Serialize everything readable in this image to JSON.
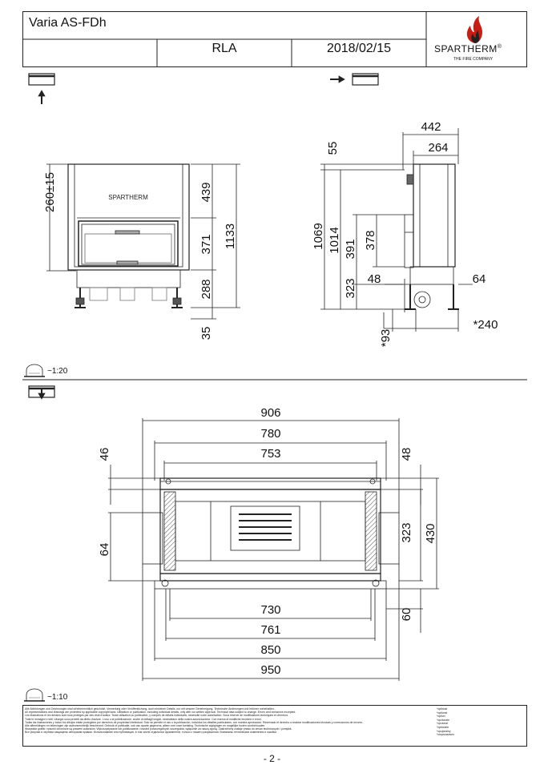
{
  "header": {
    "title": "Varia AS-FDh",
    "model": "RLA",
    "date": "2018/02/15",
    "brand": "SPARTHERM",
    "brand_reg": "®",
    "tagline": "THE FIRE COMPANY"
  },
  "front_view": {
    "plate_brand": "SPARTHERM",
    "dims": {
      "left": "260±15",
      "a": "439",
      "b": "371",
      "c": "288",
      "d": "35",
      "total": "1133"
    }
  },
  "side_view": {
    "dims": {
      "top_depth": "442",
      "top_depth2": "264",
      "top_gap": "55",
      "h1": "1069",
      "h2": "1014",
      "h3": "391",
      "h4": "378",
      "h5": "323",
      "w48": "48",
      "w64": "64",
      "bottom_star": "*240",
      "foot_star": "*93"
    }
  },
  "scales": {
    "upper": "~1:20",
    "lower": "~1:10"
  },
  "plan_view": {
    "dims": {
      "top1": "906",
      "top2": "780",
      "top3": "753",
      "left1": "46",
      "left2": "64",
      "right1": "48",
      "right2": "323",
      "right3": "430",
      "right4": "60",
      "bot1": "730",
      "bot2": "761",
      "bot3": "850",
      "bot4": "950"
    }
  },
  "legal": {
    "lines": [
      "Alle Abbildungen und Zeichnungen sind urheberrechtlich geschützt. Verwertung oder Veröffentlichung, auch einzelner Details, nur mit unserer Genehmigung. Technische Änderungen und Irrtümer vorbehalten.",
      "All representations and drawings are protected by applicable copyright laws. Utilisation or publication, including individual details, only with our written approval. Technical data subject to change. Errors and omissions excepted.",
      "Les illustrations et les dessins sont tous protégés par des droit d'auteur. Toute utilisation ou publication, y compris de détails individuels, nécessite notre autorisation. Sous réserve de modifications techniques et d'erreurs.",
      "Tutte le immagini e tutti i disegni sono protetti da diritto d'autore. L'uso o la pubblicazione, anche di dettagli singoli, necessitano della nostra autorizzazione. Con riserva di modifiche tecniche e errori.",
      "Todas las ilustraciones y todos los dibujos están protegidos por derechos de propiedad intelectual. Solo se permite el uso o la publicación, incluidos los detalles particulares, con nuestra aprobación. Reservado el derecho a realizar modificaciones técnicas y correcciones de errores.",
      "Alle afbeeldingen en tekeningen zijn auteursrechtelijk beschermd. Gebruik of publicatie, ook van aparte gegevens, alleen met onze toelating. Technische wijzigingen en mogelijke fouten voorbehouden.",
      "Wszystkie grafiki i rysunki chronione są prawem autorskim. Wykorzystywanie lub publikowanie, również poszczególnych szczegółów, wyłącznie za naszą zgodą. Zastrzeżony zostaje prawo do zmian technicznych i pomyłek.",
      "Все рисунки и чертежи защищены авторским правом. Использование или публикация, в том числе отдельных фрагментов, только с нашего разрешения. Возможны технические изменения и ошибки."
    ],
    "side": [
      "*optional",
      "*optional",
      "*option",
      "*opzionale",
      "*opcional",
      "*optionele",
      "*opcjonalny",
      "*опционально"
    ]
  },
  "page_number": "- 2 -"
}
